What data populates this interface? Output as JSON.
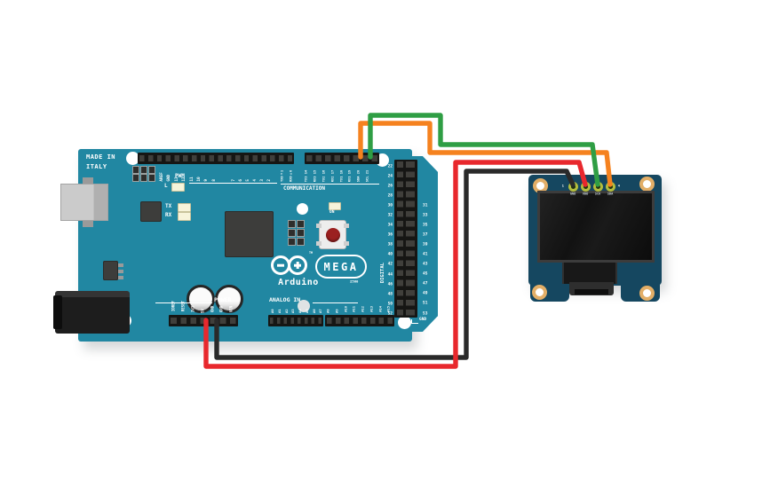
{
  "board": {
    "made_in": [
      "MADE IN",
      "ITALY"
    ],
    "brand": "Arduino",
    "logo_tm": "TM",
    "badge": "MEGA",
    "model": "2560",
    "sections": {
      "pwm": "PWM",
      "communication": "COMMUNICATION",
      "power": "POWER",
      "analog_in": "ANALOG IN",
      "digital": "DIGITAL",
      "gnd": "GND"
    },
    "leds": {
      "l": "L",
      "tx": "TX",
      "rx": "RX",
      "on": "ON"
    },
    "pins": {
      "top_a": [
        "AREF",
        "GND",
        "13",
        "12",
        "11",
        "10",
        "9",
        "8"
      ],
      "top_b": [
        "7",
        "6",
        "5",
        "4",
        "3",
        "2"
      ],
      "serial0": [
        "TXD◄1",
        "RXD►0"
      ],
      "communication": [
        "TX3 14",
        "RX3 15",
        "TX2 16",
        "RX2 17",
        "TX1 18",
        "RX1 19",
        "SDA 20",
        "SCL 21"
      ],
      "power": [
        "IOREF",
        "RESET",
        "3V3",
        "5V",
        "GND",
        "GND",
        "VIN"
      ],
      "analog_a": [
        "A0",
        "A1",
        "A2",
        "A3",
        "A4",
        "A5",
        "A6",
        "A7"
      ],
      "analog_b": [
        "A8",
        "A9",
        "A10",
        "A11",
        "A12",
        "A13",
        "A14",
        "A15"
      ],
      "digital_even": [
        "22",
        "24",
        "26",
        "28",
        "30",
        "32",
        "34",
        "36",
        "38",
        "40",
        "42",
        "44",
        "46",
        "48",
        "50",
        "52"
      ],
      "digital_odd": [
        "31",
        "33",
        "35",
        "37",
        "39",
        "41",
        "43",
        "45",
        "47",
        "49",
        "51",
        "53"
      ]
    }
  },
  "oled": {
    "pins": [
      "GND",
      "VDD",
      "SCK",
      "SDA"
    ],
    "first_pin": "1",
    "last_pin": "4"
  },
  "wires": [
    {
      "id": "ground",
      "color": "#2a2a2a",
      "from": "Arduino GND",
      "to": "OLED GND"
    },
    {
      "id": "power-5v",
      "color": "#e8282d",
      "from": "Arduino 5V",
      "to": "OLED VDD"
    },
    {
      "id": "scl",
      "color": "#2f9e44",
      "from": "Arduino SCL 21",
      "to": "OLED SCK"
    },
    {
      "id": "sda",
      "color": "#f5821f",
      "from": "Arduino SDA 20",
      "to": "OLED SDA"
    }
  ],
  "colors": {
    "board_teal": "#2187a2",
    "oled_pcb": "#154760",
    "pad_ring": "#b3bd3d",
    "hole_ring": "#e2ae67"
  }
}
